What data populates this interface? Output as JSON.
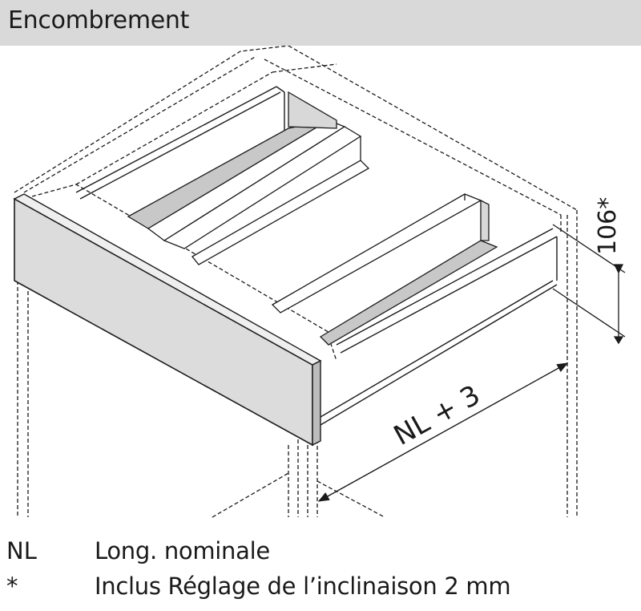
{
  "header": {
    "title": "Encombrement"
  },
  "dimensions": {
    "height_label": "106*",
    "length_label": "NL + 3"
  },
  "legend": [
    {
      "key": "NL",
      "text": "Long. nominale"
    },
    {
      "key": "*",
      "text": "Inclus Réglage de l’inclinaison 2 mm"
    }
  ],
  "colors": {
    "header_bg": "#d9d9d9",
    "front_panel": "#dcdcdc",
    "divider_shadow": "#c8c8c8",
    "line": "#1a1a1a"
  }
}
